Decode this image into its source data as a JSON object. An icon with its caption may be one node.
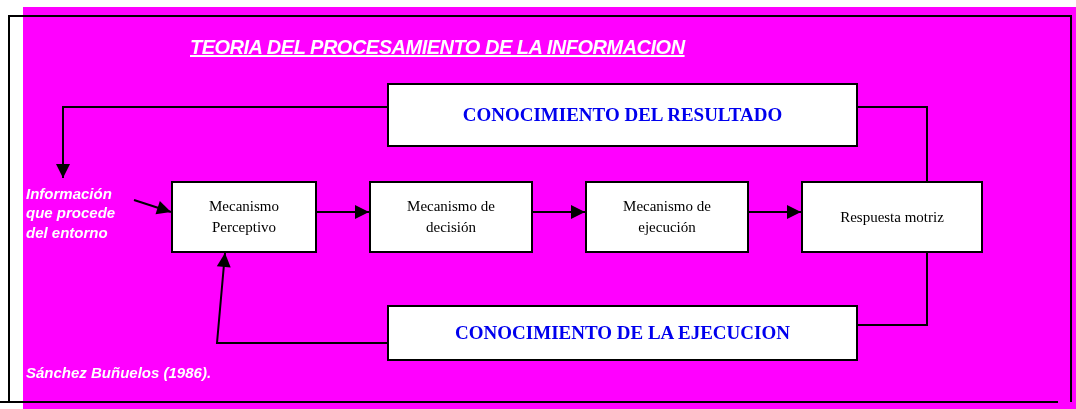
{
  "diagram": {
    "title": "TEORIA DEL PROCESAMIENTO DE LA INFORMACION",
    "nodes": [
      {
        "text": [
          "Información que procede del entorno"
        ]
      },
      {
        "text": [
          "Mecanismo Perceptivo"
        ]
      },
      {
        "text": [
          "Mecanismo de decisión"
        ]
      },
      {
        "text": [
          "Mecanismo de ejecución"
        ]
      },
      {
        "text": [
          "Respuesta motriz"
        ]
      },
      {
        "text": [
          "CONOCIMIENTO DEL RESULTADO"
        ]
      },
      {
        "text": [
          "CONOCIMIENTO DE LA EJECUCION"
        ]
      }
    ],
    "edges": [
      {
        "from": 0,
        "to": 1,
        "arrow": "to"
      },
      {
        "from": 1,
        "to": 2,
        "arrow": "to"
      },
      {
        "from": 2,
        "to": 3,
        "arrow": "to"
      },
      {
        "from": 3,
        "to": 4,
        "arrow": "to"
      },
      {
        "from": 4,
        "to": 5,
        "arrow": "none"
      },
      {
        "from": 5,
        "to": 0,
        "arrow": "to"
      },
      {
        "from": 4,
        "to": 6,
        "arrow": "none"
      },
      {
        "from": 6,
        "to": 1,
        "arrow": "to"
      }
    ],
    "labels": [
      "Sánchez Buñuelos (1986)."
    ]
  }
}
